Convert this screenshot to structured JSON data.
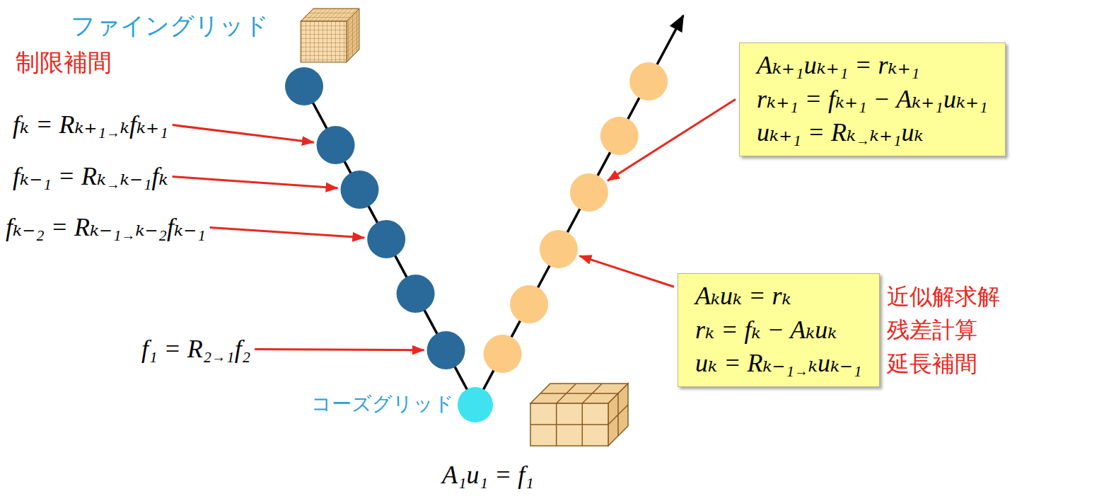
{
  "diagram": {
    "nodes": [
      {
        "text": [
          "Aₖ₊₁uₖ₊₁ = rₖ₊₁",
          "rₖ₊₁ = fₖ₊₁ − Aₖ₊₁uₖ₊₁",
          "uₖ₊₁ = Rₖ→ₖ₊₁uₖ"
        ]
      },
      {
        "text": [
          "Aₖuₖ = rₖ",
          "rₖ = fₖ − Aₖuₖ",
          "uₖ = Rₖ₋₁→ₖuₖ₋₁"
        ]
      }
    ],
    "labels": [
      "ファイングリッド",
      "制限補間",
      "fₖ = Rₖ₊₁→ₖfₖ₊₁",
      "fₖ₋₁ = Rₖ→ₖ₋₁fₖ",
      "fₖ₋₂ = Rₖ₋₁→ₖ₋₂fₖ₋₁",
      "f₁ = R₂→₁f₂",
      "コーズグリッド",
      "A₁u₁ = f₁",
      "近似解求解",
      "残差計算",
      "延長補間"
    ]
  }
}
